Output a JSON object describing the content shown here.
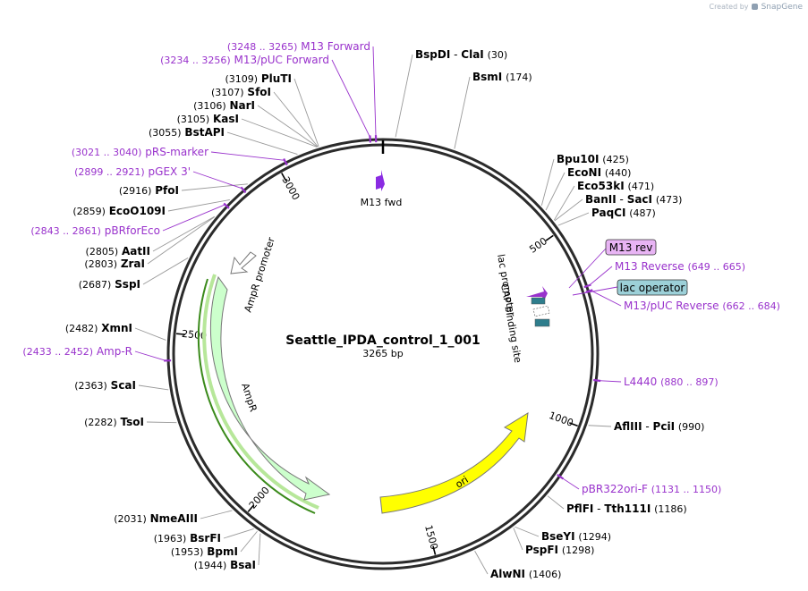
{
  "credit": {
    "prefix": "Created by",
    "brand": "SnapGene"
  },
  "map": {
    "name": "Seattle_IPDA_control_1_001",
    "length_label": "3265 bp",
    "total_bp": 3265
  },
  "tick_labels": [
    "500",
    "1000",
    "1500",
    "2000",
    "2500",
    "3000"
  ],
  "features": {
    "m13_fwd": "M13 fwd",
    "ampr_promoter": "AmpR promoter",
    "ampr": "AmpR",
    "ori": "ori",
    "lac_promoter": "lac promoter",
    "cap_site": "CAP binding site"
  },
  "callouts": {
    "m13_rev": "M13 rev",
    "lac_operator": "lac operator"
  },
  "sites": [
    {
      "id": "bspdi",
      "name": "BspDI",
      "name2": "ClaI",
      "pos": "(30)",
      "type": "enzyme"
    },
    {
      "id": "bsmi",
      "name": "BsmI",
      "pos": "(174)",
      "type": "enzyme"
    },
    {
      "id": "bpu10i",
      "name": "Bpu10I",
      "pos": "(425)",
      "type": "enzyme"
    },
    {
      "id": "econi",
      "name": "EcoNI",
      "pos": "(440)",
      "type": "enzyme"
    },
    {
      "id": "eco53ki",
      "name": "Eco53kI",
      "pos": "(471)",
      "type": "enzyme"
    },
    {
      "id": "banii",
      "name": "BanII",
      "name2": "SacI",
      "pos": "(473)",
      "type": "enzyme"
    },
    {
      "id": "paqci",
      "name": "PaqCI",
      "pos": "(487)",
      "type": "enzyme"
    },
    {
      "id": "m13reverse",
      "name": "M13 Reverse",
      "pos": "(649 .. 665)",
      "type": "primer"
    },
    {
      "id": "m13puc_rev",
      "name": "M13/pUC Reverse",
      "pos": "(662 .. 684)",
      "type": "primer"
    },
    {
      "id": "l4440",
      "name": "L4440",
      "pos": "(880 .. 897)",
      "type": "primer"
    },
    {
      "id": "aflIII",
      "name": "AflIII",
      "name2": "PciI",
      "pos": "(990)",
      "type": "enzyme"
    },
    {
      "id": "pbr322ori",
      "name": "pBR322ori-F",
      "pos": "(1131 .. 1150)",
      "type": "primer"
    },
    {
      "id": "pflfi",
      "name": "PflFI",
      "name2": "Tth111I",
      "pos": "(1186)",
      "type": "enzyme"
    },
    {
      "id": "bseyi",
      "name": "BseYI",
      "pos": "(1294)",
      "type": "enzyme"
    },
    {
      "id": "pspfi",
      "name": "PspFI",
      "pos": "(1298)",
      "type": "enzyme"
    },
    {
      "id": "alwni",
      "name": "AlwNI",
      "pos": "(1406)",
      "type": "enzyme"
    },
    {
      "id": "bsai",
      "name": "BsaI",
      "pos": "(1944)",
      "type": "enzyme"
    },
    {
      "id": "bpmi",
      "name": "BpmI",
      "pos": "(1953)",
      "type": "enzyme"
    },
    {
      "id": "bsrfi",
      "name": "BsrFI",
      "pos": "(1963)",
      "type": "enzyme"
    },
    {
      "id": "nmeaiii",
      "name": "NmeAIII",
      "pos": "(2031)",
      "type": "enzyme"
    },
    {
      "id": "tsoi",
      "name": "TsoI",
      "pos": "(2282)",
      "type": "enzyme"
    },
    {
      "id": "scai",
      "name": "ScaI",
      "pos": "(2363)",
      "type": "enzyme"
    },
    {
      "id": "ampr_primer",
      "name": "Amp-R",
      "pos": "(2433 .. 2452)",
      "type": "primer"
    },
    {
      "id": "xmni",
      "name": "XmnI",
      "pos": "(2482)",
      "type": "enzyme"
    },
    {
      "id": "sspi",
      "name": "SspI",
      "pos": "(2687)",
      "type": "enzyme"
    },
    {
      "id": "zrai",
      "name": "ZraI",
      "pos": "(2803)",
      "type": "enzyme"
    },
    {
      "id": "aatii",
      "name": "AatII",
      "pos": "(2805)",
      "type": "enzyme"
    },
    {
      "id": "pbrforeco",
      "name": "pBRforEco",
      "pos": "(2843 .. 2861)",
      "type": "primer"
    },
    {
      "id": "ecoo109i",
      "name": "EcoO109I",
      "pos": "(2859)",
      "type": "enzyme"
    },
    {
      "id": "pfoi",
      "name": "PfoI",
      "pos": "(2916)",
      "type": "enzyme"
    },
    {
      "id": "pgex3",
      "name": "pGEX 3'",
      "pos": "(2899 .. 2921)",
      "type": "primer"
    },
    {
      "id": "prsmarker",
      "name": "pRS-marker",
      "pos": "(3021 .. 3040)",
      "type": "primer"
    },
    {
      "id": "bstapi",
      "name": "BstAPI",
      "pos": "(3055)",
      "type": "enzyme"
    },
    {
      "id": "kasi",
      "name": "KasI",
      "pos": "(3105)",
      "type": "enzyme"
    },
    {
      "id": "nari",
      "name": "NarI",
      "pos": "(3106)",
      "type": "enzyme"
    },
    {
      "id": "sfoi",
      "name": "SfoI",
      "pos": "(3107)",
      "type": "enzyme"
    },
    {
      "id": "pluti",
      "name": "PluTI",
      "pos": "(3109)",
      "type": "enzyme"
    },
    {
      "id": "m13puc_fwd",
      "name": "M13/pUC Forward",
      "pos": "(3234 .. 3256)",
      "type": "primer"
    },
    {
      "id": "m13forward",
      "name": "M13 Forward",
      "pos": "(3248 .. 3265)",
      "type": "primer"
    }
  ],
  "colors": {
    "primer": "#9932cc",
    "enzyme": "#000000",
    "ampr_fill": "#ccffcc",
    "ori_fill": "#ffff00",
    "lac_operator_fill": "#9cd0d8",
    "m13rev_fill": "#e8b4f4",
    "cap_fill": "#2e7d8c"
  }
}
